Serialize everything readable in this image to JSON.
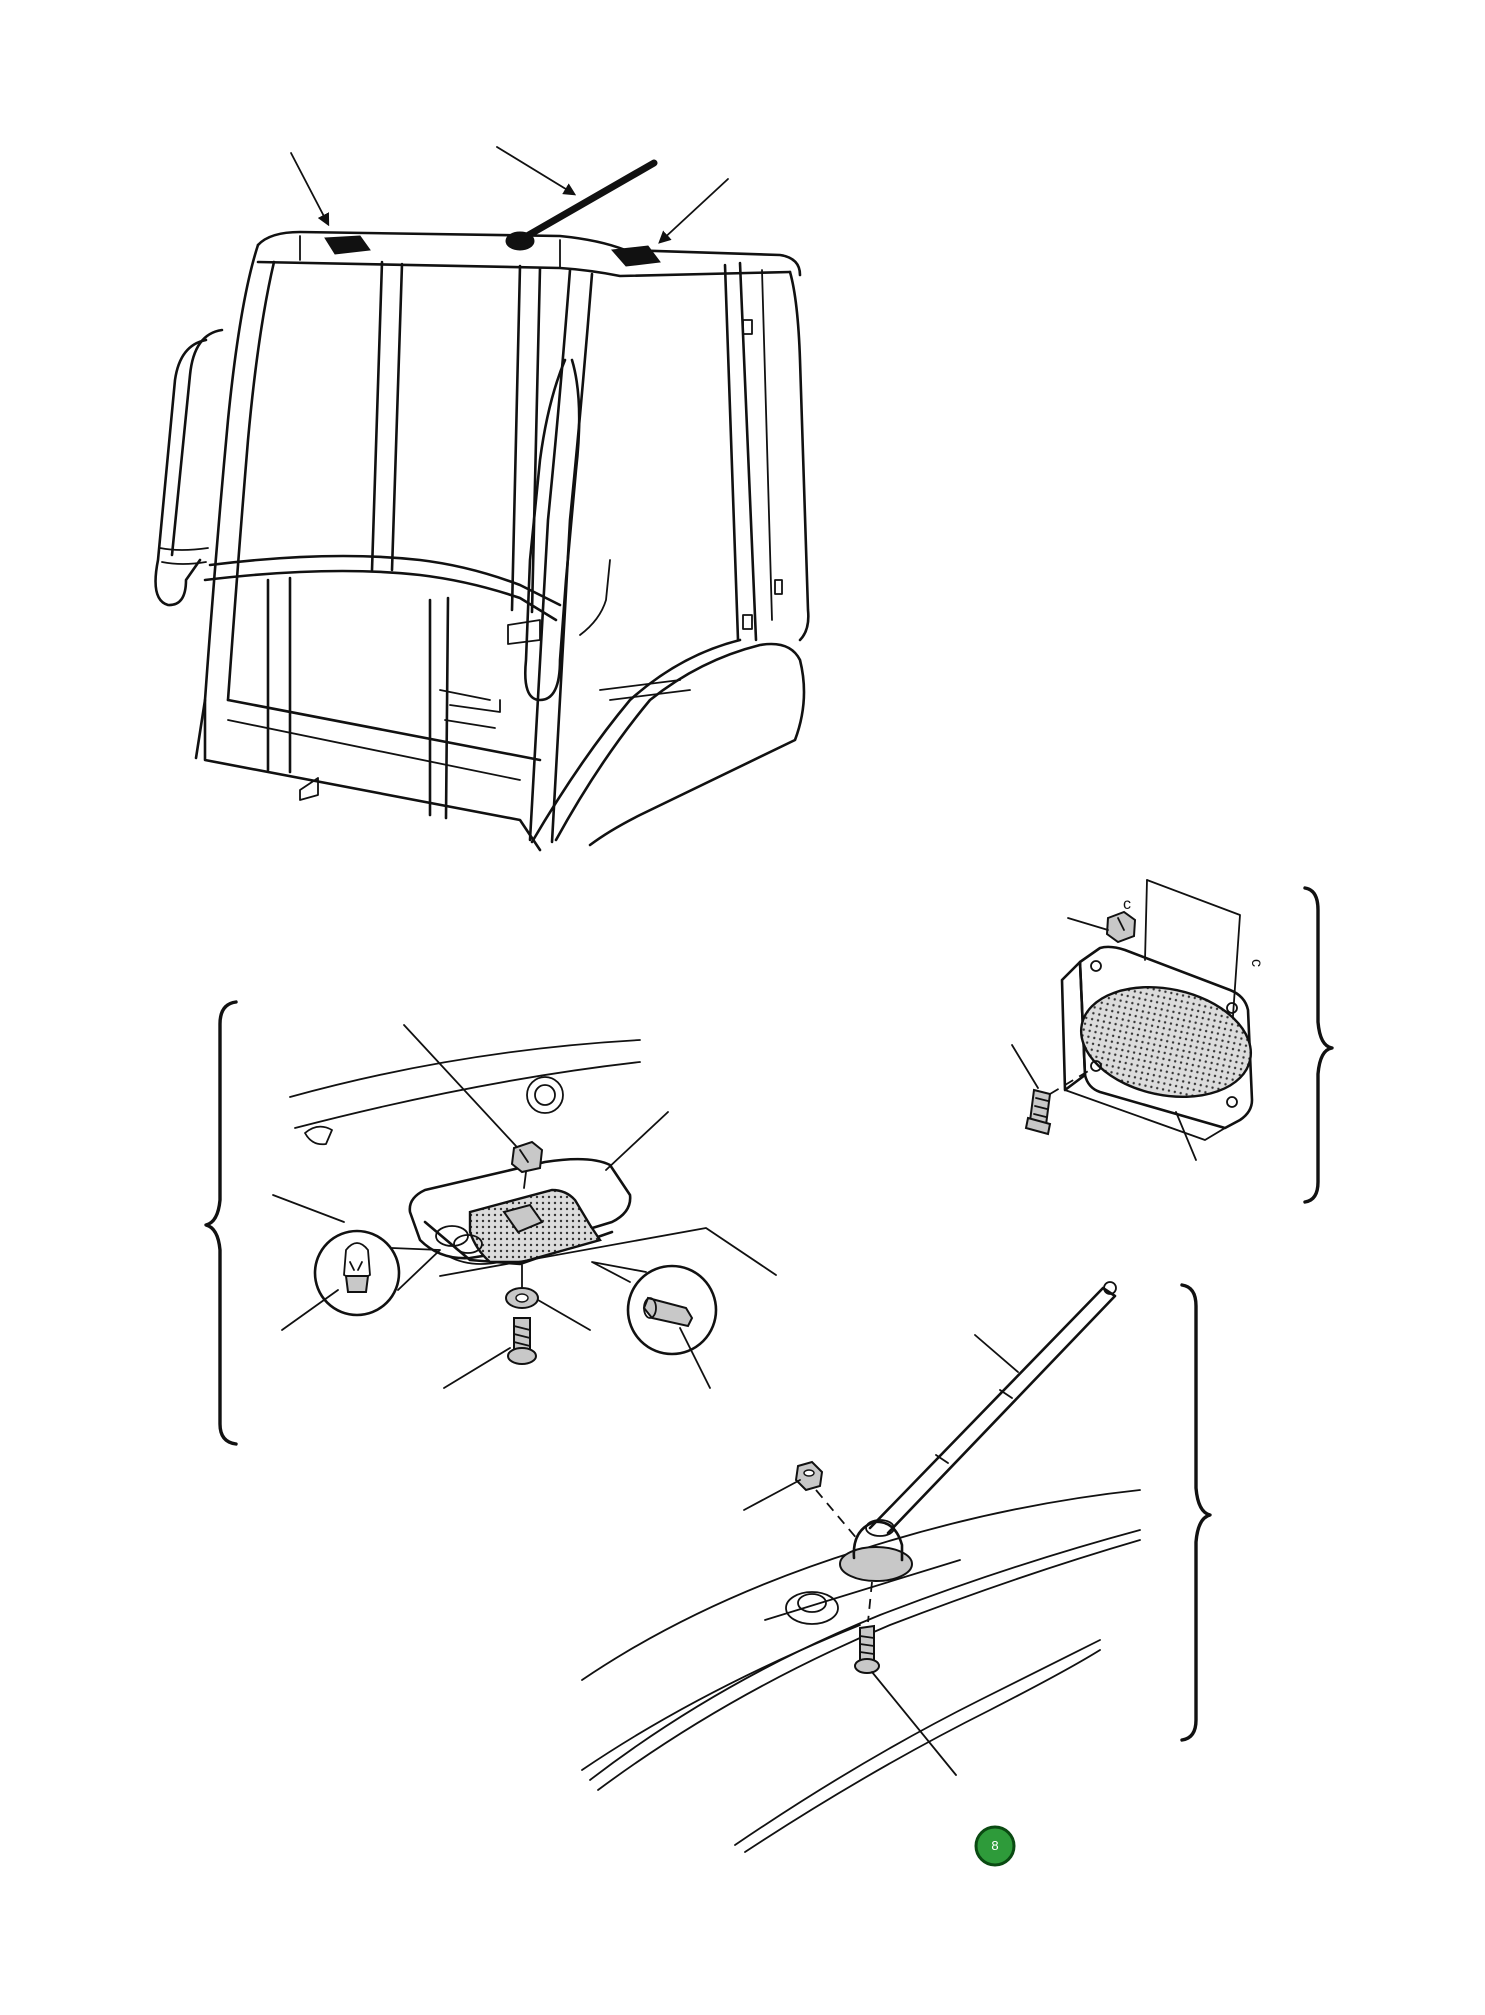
{
  "figure": {
    "sheet_badge": {
      "label": "8",
      "fill_color": "#2e9b3a",
      "stroke_color": "#0a4a12",
      "label_color": "#ffffff"
    },
    "icons": {
      "speaker_clip_mark_1": "c",
      "speaker_clip_mark_2": "c"
    }
  }
}
